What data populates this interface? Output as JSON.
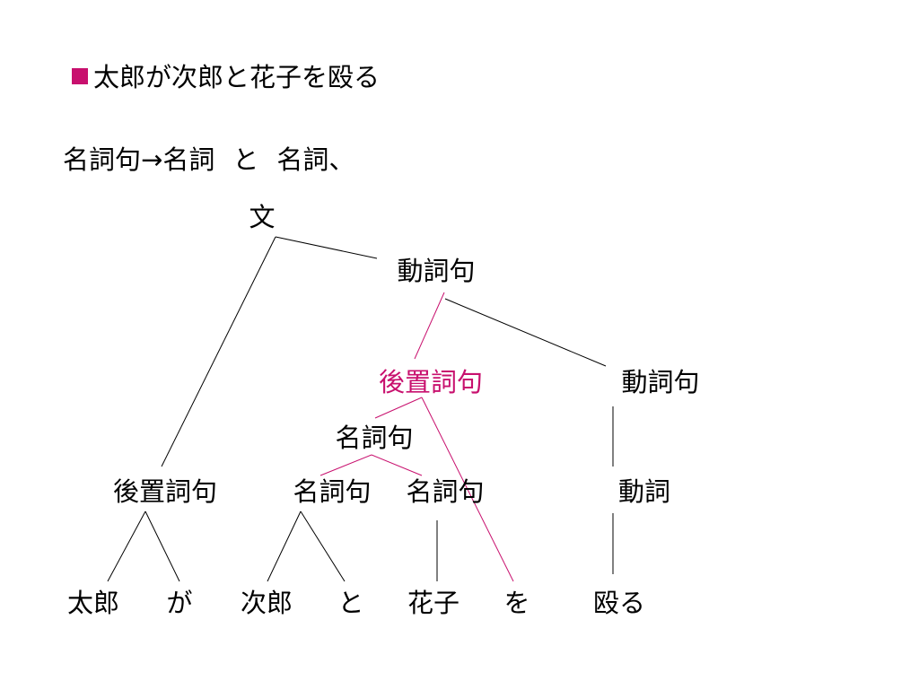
{
  "colors": {
    "text": "#000000",
    "highlight": "#c8106e",
    "bullet": "#c8106e"
  },
  "title": {
    "bullet_icon": "square-bullet-icon",
    "text": "太郎が次郎と花子を殴る"
  },
  "rule": {
    "lhs": "名詞句",
    "arrow": "→",
    "rhs1": "名詞",
    "conj": "と",
    "rhs2": "名詞、"
  },
  "tree": {
    "nodes": {
      "bun": "文",
      "vp_top": "動詞句",
      "postp_hl": "後置詞句",
      "vp_right": "動詞句",
      "np_mid": "名詞句",
      "postp_left": "後置詞句",
      "np_a": "名詞句",
      "np_b": "名詞句",
      "verb": "動詞",
      "taro": "太郎",
      "ga": "が",
      "jiro": "次郎",
      "to": "と",
      "hanako": "花子",
      "wo": "を",
      "naguru": "殴る"
    }
  }
}
